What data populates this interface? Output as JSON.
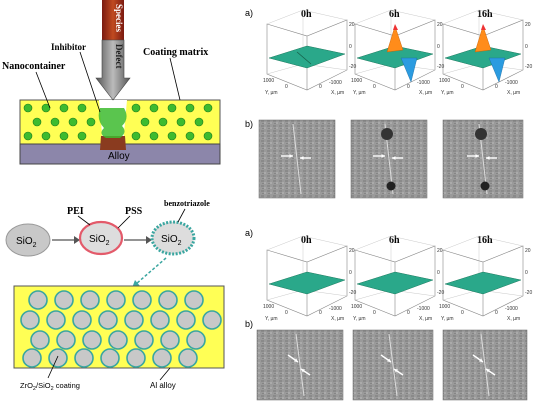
{
  "left_top": {
    "labels": {
      "species": "Species",
      "defect": "Defect",
      "inhibitor": "Inhibitor",
      "nanocontainer": "Nanocontainer",
      "coating_matrix": "Coating matrix",
      "alloy": "Alloy"
    }
  },
  "left_bottom": {
    "labels": {
      "sio2_1": "SiO",
      "sio2_2": "SiO",
      "sio2_3": "SiO",
      "sub2": "2",
      "pei": "PEI",
      "pss": "PSS",
      "benzotriazole": "benzotriazole",
      "coating": "ZrO",
      "coating_rest": "/SiO",
      "coating_tail": " coating",
      "al_alloy": "Al alloy"
    }
  },
  "right": {
    "panel_a1": "a)",
    "panel_b1": "b)",
    "panel_a2": "a)",
    "panel_b2": "b)",
    "times": [
      "0h",
      "6h",
      "16h"
    ],
    "axis_ticks": {
      "z_top": "20",
      "z_mid": "0",
      "z_bot": "-20",
      "y_left": "1000",
      "y_mid": "0",
      "x_right": "-1000",
      "x_mid": "0",
      "x_far": "-1000"
    },
    "axis_labels": {
      "y": "Y, µm",
      "x": "X, µm"
    }
  },
  "colors": {
    "coating_yellow": "#ffff55",
    "alloy_purple": "#8c86aa",
    "container_green": "#3dbb2f",
    "surface_green": "#2aa88a",
    "peak_orange": "#ff8c1a",
    "peak_blue": "#2b9be0"
  }
}
